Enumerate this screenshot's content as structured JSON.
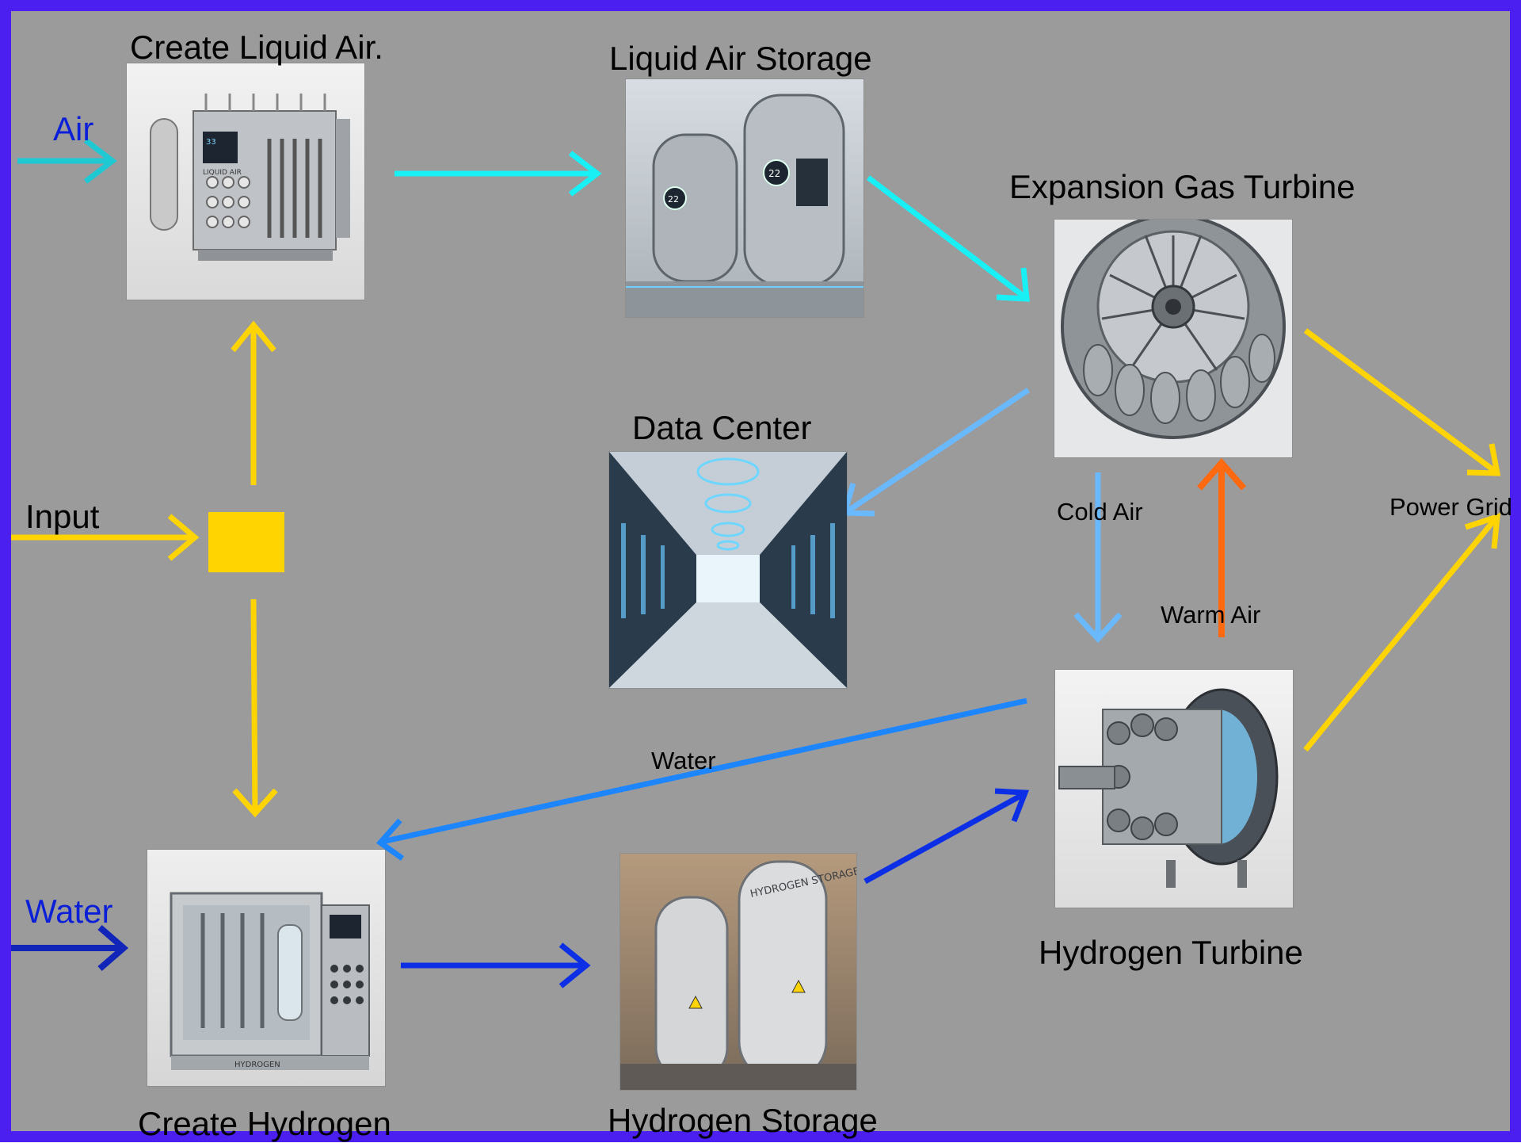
{
  "nodes": {
    "create_liquid_air": "Create Liquid Air.",
    "liquid_air_storage": "Liquid Air Storage",
    "expansion_gas_turbine": "Expansion Gas Turbine",
    "data_center": "Data Center",
    "power_grid": "Power Grid",
    "hydrogen_turbine": "Hydrogen Turbine",
    "create_hydrogen": "Create Hydrogen",
    "hydrogen_storage": "Hydrogen Storage"
  },
  "inputs": {
    "air": "Air",
    "input": "Input",
    "water": "Water"
  },
  "flows": {
    "cold_air": "Cold Air",
    "warm_air": "Warm Air",
    "water_return": "Water"
  },
  "image_text": {
    "liquid_air_panel": "LIQUID AIR",
    "storage_readout_1": "22",
    "storage_readout_2": "33",
    "hydrogen_machine": "HYDROGEN",
    "hydrogen_tank": "HYDROGEN STORAGE"
  },
  "colors": {
    "frame": "#4a1ff0",
    "background": "#9b9b9b",
    "air_arrow": "#1fc9d4",
    "cyan_arrow": "#19f0f6",
    "yellow_arrow": "#ffd400",
    "light_blue_arrow": "#6ab9ff",
    "orange_arrow": "#ff6a10",
    "mid_blue_arrow": "#1d86ff",
    "dark_blue_arrow": "#0c2fe6",
    "water_input_arrow": "#1126b8"
  }
}
